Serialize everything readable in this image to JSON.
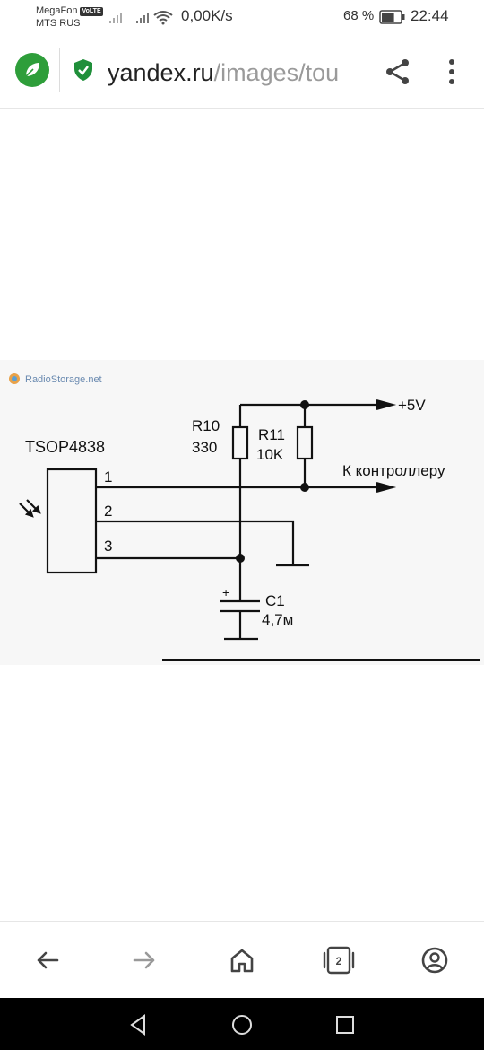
{
  "status_bar": {
    "carrier_1": "MegaFon",
    "volte": "VoLTE",
    "carrier_2": "MTS RUS",
    "net_speed": "0,00K/s",
    "battery_percent": "68 %",
    "battery_level": 0.68,
    "time": "22:44",
    "icons": [
      "signal-1-icon",
      "signal-2-icon",
      "wifi-icon",
      "battery-icon"
    ]
  },
  "browser": {
    "url_domain": "yandex.ru",
    "url_path": "/images/tou",
    "icons": [
      "browser-logo-icon",
      "secure-shield-icon",
      "share-icon",
      "more-menu-icon"
    ]
  },
  "schematic": {
    "watermark": "RadioStorage.net",
    "chip": "TSOP4838",
    "pin_1": "1",
    "pin_2": "2",
    "pin_3": "3",
    "r10_name": "R10",
    "r10_value": "330",
    "r11_name": "R11",
    "r11_value": "10K",
    "supply": "+5V",
    "output": "К контроллеру",
    "cap_plus": "+",
    "c1_name": "C1",
    "c1_value": "4,7м"
  },
  "bottom_nav": {
    "tabs_count": "2",
    "icons": [
      "back-arrow-icon",
      "forward-arrow-icon",
      "home-icon",
      "tabs-icon",
      "profile-icon"
    ]
  },
  "system_nav": {
    "icons": [
      "system-back-icon",
      "system-home-icon",
      "system-recents-icon"
    ]
  },
  "colors": {
    "accent_green": "#2e9e3a",
    "shield_green": "#1f8f3a"
  }
}
